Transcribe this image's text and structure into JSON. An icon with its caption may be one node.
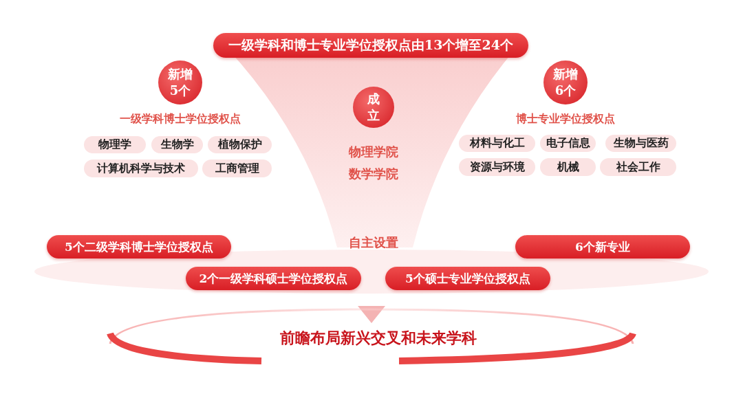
{
  "diagram": {
    "nodes": [
      {
        "text": [
          "一级学科和博士专业学位授权点由13个增至24个"
        ]
      },
      {
        "text": [
          "新增5个"
        ]
      },
      {
        "text": [
          "物理学"
        ]
      },
      {
        "text": [
          "生物学"
        ]
      },
      {
        "text": [
          "植物保护"
        ]
      },
      {
        "text": [
          "计算机科学与技术"
        ]
      },
      {
        "text": [
          "工商管理"
        ]
      },
      {
        "text": [
          "新增6个"
        ]
      },
      {
        "text": [
          "材料与化工"
        ]
      },
      {
        "text": [
          "电子信息"
        ]
      },
      {
        "text": [
          "生物与医药"
        ]
      },
      {
        "text": [
          "资源与环境"
        ]
      },
      {
        "text": [
          "机械"
        ]
      },
      {
        "text": [
          "社会工作"
        ]
      },
      {
        "text": [
          "成立"
        ]
      },
      {
        "text": [
          "5个二级学科博士学位授权点"
        ]
      },
      {
        "text": [
          "6个新专业"
        ]
      },
      {
        "text": [
          "2个一级学科硕士学位授权点"
        ]
      },
      {
        "text": [
          "5个硕士专业学位授权点"
        ]
      }
    ],
    "edges": [],
    "labels": [
      "一级学科博士学位授权点",
      "博士专业学位授权点",
      "物理学院",
      "数学学院",
      "自主设置",
      "前瞻布局新兴交叉和未来学科"
    ]
  }
}
